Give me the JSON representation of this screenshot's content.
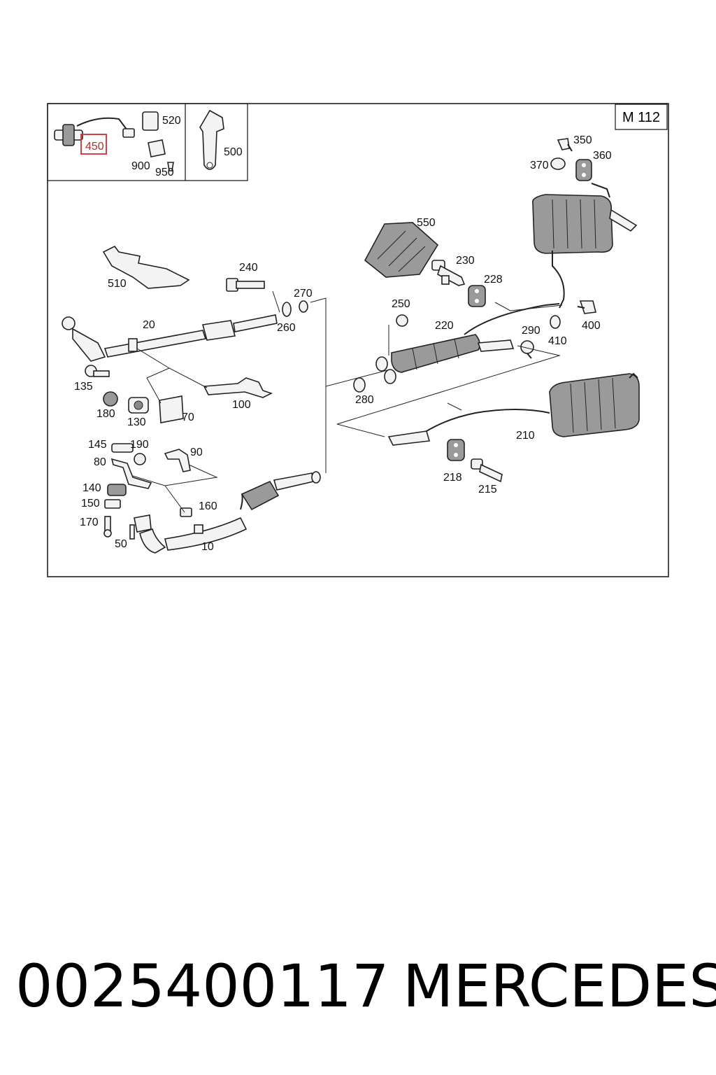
{
  "diagram": {
    "engine_code": "M 112",
    "highlight_color": "#d03030",
    "labels": {
      "p450": "450",
      "p520": "520",
      "p900": "900",
      "p950": "950",
      "p500": "500",
      "p350": "350",
      "p360": "360",
      "p370": "370",
      "p550": "550",
      "p510": "510",
      "p240": "240",
      "p270": "270",
      "p260": "260",
      "p230": "230",
      "p228": "228",
      "p250": "250",
      "p220": "220",
      "p20": "20",
      "p290": "290",
      "p410": "410",
      "p400": "400",
      "p135": "135",
      "p180": "180",
      "p130": "130",
      "p70": "70",
      "p100": "100",
      "p280": "280",
      "p210": "210",
      "p145": "145",
      "p190": "190",
      "p90": "90",
      "p80": "80",
      "p218": "218",
      "p215": "215",
      "p140": "140",
      "p150": "150",
      "p160": "160",
      "p170": "170",
      "p50": "50",
      "p10": "10"
    }
  },
  "footer": {
    "part_number": "0025400117",
    "brand": "MERCEDES"
  }
}
